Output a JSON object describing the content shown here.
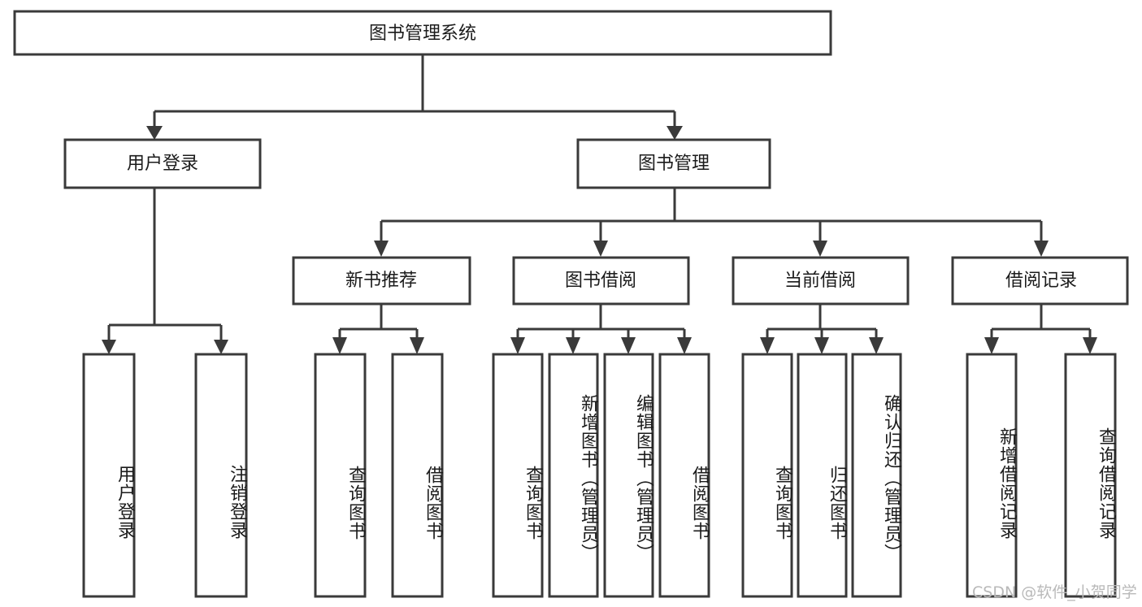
{
  "diagram": {
    "title": "图书管理系统",
    "root": {
      "id": "root",
      "label": "图书管理系统",
      "orientation": "horizontal"
    },
    "level2": [
      {
        "id": "user-login",
        "label": "用户登录",
        "orientation": "horizontal"
      },
      {
        "id": "book-management",
        "label": "图书管理",
        "orientation": "horizontal"
      }
    ],
    "level3": [
      {
        "id": "new-book-recommend",
        "label": "新书推荐",
        "orientation": "horizontal"
      },
      {
        "id": "book-borrow",
        "label": "图书借阅",
        "orientation": "horizontal"
      },
      {
        "id": "current-borrow",
        "label": "当前借阅",
        "orientation": "horizontal"
      },
      {
        "id": "borrow-record",
        "label": "借阅记录",
        "orientation": "horizontal"
      }
    ],
    "leaves": [
      {
        "id": "leaf-user-login",
        "label": "用户登录",
        "parent": "user-login",
        "orientation": "vertical"
      },
      {
        "id": "leaf-user-logout",
        "label": "注销登录",
        "parent": "user-login",
        "orientation": "vertical"
      },
      {
        "id": "leaf-query-book-1",
        "label": "查询图书",
        "parent": "new-book-recommend",
        "orientation": "vertical"
      },
      {
        "id": "leaf-borrow-book-1",
        "label": "借阅图书",
        "parent": "new-book-recommend",
        "orientation": "vertical"
      },
      {
        "id": "leaf-query-book-2",
        "label": "查询图书",
        "parent": "book-borrow",
        "orientation": "vertical"
      },
      {
        "id": "leaf-add-book",
        "label": "新增图书（管理员）",
        "parent": "book-borrow",
        "orientation": "vertical"
      },
      {
        "id": "leaf-edit-book",
        "label": "编辑图书（管理员）",
        "parent": "book-borrow",
        "orientation": "vertical"
      },
      {
        "id": "leaf-borrow-book-2",
        "label": "借阅图书",
        "parent": "book-borrow",
        "orientation": "vertical"
      },
      {
        "id": "leaf-query-book-3",
        "label": "查询图书",
        "parent": "current-borrow",
        "orientation": "vertical"
      },
      {
        "id": "leaf-return-book",
        "label": "归还图书",
        "parent": "current-borrow",
        "orientation": "vertical"
      },
      {
        "id": "leaf-confirm-return",
        "label": "确认归还（管理员）",
        "parent": "current-borrow",
        "orientation": "vertical"
      },
      {
        "id": "leaf-add-record",
        "label": "新增借阅记录",
        "parent": "borrow-record",
        "orientation": "vertical"
      },
      {
        "id": "leaf-query-record",
        "label": "查询借阅记录",
        "parent": "borrow-record",
        "orientation": "vertical"
      }
    ],
    "colors": {
      "stroke": "#3a3a3a",
      "fill": "#ffffff",
      "text": "#1b1b1b",
      "watermark": "#b9b9b9"
    }
  },
  "watermark": {
    "text": "CSDN @软件_小贺同学"
  }
}
